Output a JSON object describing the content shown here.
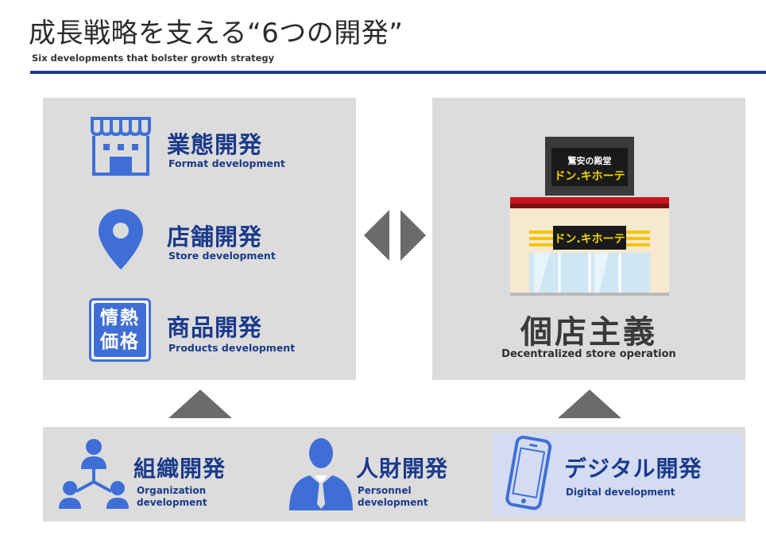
{
  "header": {
    "title": "成長戦略を支える“6つの開発”",
    "subtitle": "Six developments that bolster growth strategy"
  },
  "left_panel": {
    "items": [
      {
        "jp": "業態開発",
        "en": "Format development",
        "icon": "storefront-icon"
      },
      {
        "jp": "店舗開発",
        "en": "Store development",
        "icon": "map-pin-icon"
      },
      {
        "jp": "商品開発",
        "en": "Products development",
        "icon": "passion-price-badge-icon"
      }
    ],
    "badge_line1": "情熱",
    "badge_line2": "価格"
  },
  "right_panel": {
    "jp": "個店主義",
    "en": "Decentralized store operation",
    "store_sign_top": "驚安の殿堂",
    "store_sign_logo": "ドン.キホーテ",
    "store_facade_logo": "ドン.キホーテ"
  },
  "bottom_panel": {
    "items": [
      {
        "jp": "組織開発",
        "en_line1": "Organization",
        "en_line2": "development",
        "icon": "organization-network-icon"
      },
      {
        "jp": "人財開発",
        "en_line1": "Personnel",
        "en_line2": "development",
        "icon": "businessperson-icon"
      },
      {
        "jp": "デジタル開発",
        "en_line1": "Digital development",
        "en_line2": "",
        "icon": "smartphone-icon"
      }
    ]
  },
  "colors": {
    "accent_blue": "#1b3a8a",
    "icon_blue": "#3f6fd6",
    "panel_gray": "#dcdcdc",
    "arrow_gray": "#6b6b6b",
    "highlight": "#d3dcf2"
  }
}
